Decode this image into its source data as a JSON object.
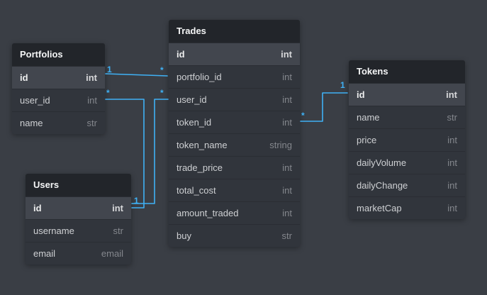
{
  "diagram": {
    "background": "#3a3e45",
    "accent": "#3fb1f5"
  },
  "tables": [
    {
      "title": "Portfolios",
      "fields": [
        {
          "name": "id",
          "type": "int"
        },
        {
          "name": "user_id",
          "type": "int"
        },
        {
          "name": "name",
          "type": "str"
        }
      ]
    },
    {
      "title": "Trades",
      "fields": [
        {
          "name": "id",
          "type": "int"
        },
        {
          "name": "portfolio_id",
          "type": "int"
        },
        {
          "name": "user_id",
          "type": "int"
        },
        {
          "name": "token_id",
          "type": "int"
        },
        {
          "name": "token_name",
          "type": "string"
        },
        {
          "name": "trade_price",
          "type": "int"
        },
        {
          "name": "total_cost",
          "type": "int"
        },
        {
          "name": "amount_traded",
          "type": "int"
        },
        {
          "name": "buy",
          "type": "str"
        }
      ]
    },
    {
      "title": "Users",
      "fields": [
        {
          "name": "id",
          "type": "int"
        },
        {
          "name": "username",
          "type": "str"
        },
        {
          "name": "email",
          "type": "email"
        }
      ]
    },
    {
      "title": "Tokens",
      "fields": [
        {
          "name": "id",
          "type": "int"
        },
        {
          "name": "name",
          "type": "str"
        },
        {
          "name": "price",
          "type": "int"
        },
        {
          "name": "dailyVolume",
          "type": "int"
        },
        {
          "name": "dailyChange",
          "type": "int"
        },
        {
          "name": "marketCap",
          "type": "int"
        }
      ]
    }
  ],
  "relationships": [
    {
      "from": "Portfolios.id",
      "from_card": "1",
      "to": "Trades.portfolio_id",
      "to_card": "*"
    },
    {
      "from": "Users.id",
      "from_card": "1",
      "to": "Portfolios.user_id",
      "to_card": "*"
    },
    {
      "from": "Users.id",
      "from_card": "1",
      "to": "Trades.user_id",
      "to_card": "*"
    },
    {
      "from": "Tokens.id",
      "from_card": "1",
      "to": "Trades.token_id",
      "to_card": "*"
    }
  ]
}
